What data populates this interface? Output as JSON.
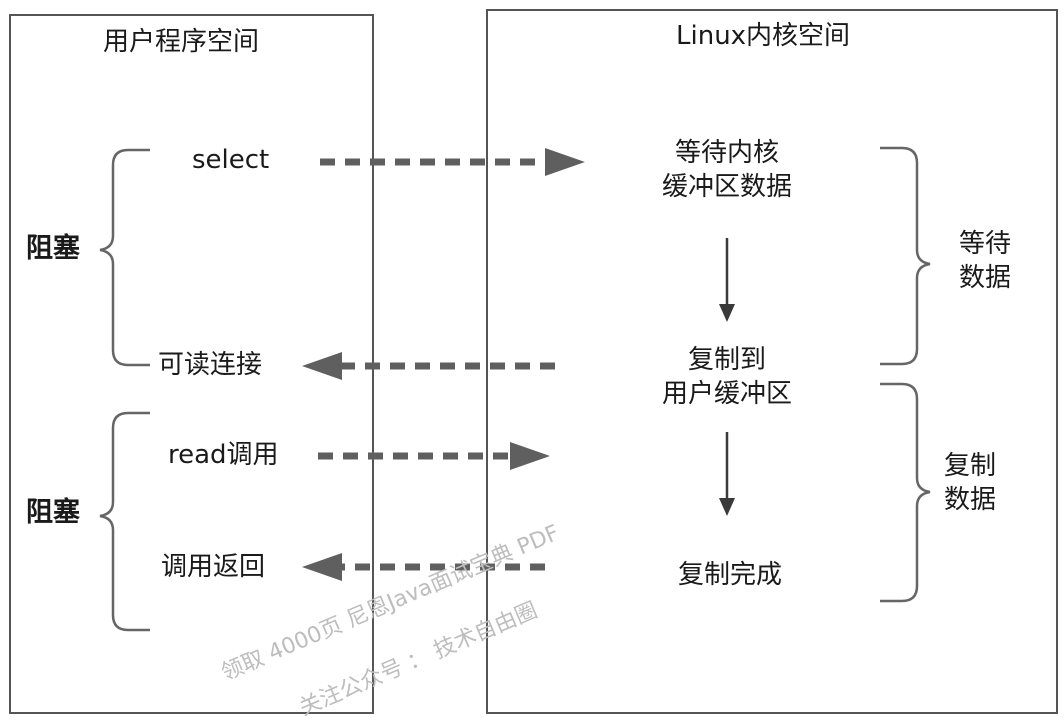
{
  "user_space": {
    "title": "用户程序空间"
  },
  "kernel_space": {
    "title": "Linux内核空间"
  },
  "left_labels": {
    "select": "select",
    "readable": "可读连接",
    "read_call": "read调用",
    "call_return": "调用返回",
    "block1": "阻塞",
    "block2": "阻塞"
  },
  "kernel_steps": {
    "step1": [
      "等待内核",
      "缓冲区数据"
    ],
    "step2": [
      "复制到",
      "用户缓冲区"
    ],
    "step3": "复制完成"
  },
  "right_labels": {
    "wait": [
      "等待",
      "数据"
    ],
    "copy": [
      "复制",
      "数据"
    ]
  },
  "watermark": {
    "line1": "领取 4000页 尼恩Java面试宝典 PDF",
    "line2": "关注公众号 ：  技术自由圈"
  }
}
